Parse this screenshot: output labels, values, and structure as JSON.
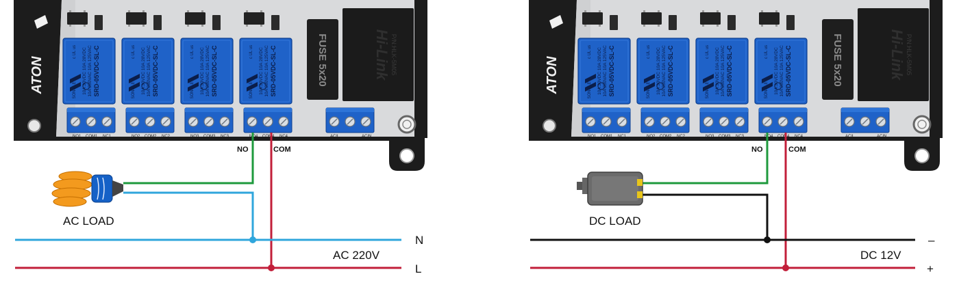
{
  "relay": {
    "brand": "SONGLE",
    "model": "SRD-05VDC-SL-C",
    "rating1": "10A 250VAC  10A 125VAC",
    "rating2": "10A  30VDC  10A  28VDC",
    "cert": "c UL us"
  },
  "board": {
    "logo": "ATON",
    "fuse": "FUSE 5x20",
    "module_brand": "Hi-Link",
    "module_model": "P/N:HLK-5M05",
    "terminals": [
      {
        "no": "NO1",
        "com": "COM1",
        "nc": "NC1"
      },
      {
        "no": "NO2",
        "com": "COM2",
        "nc": "NC2"
      },
      {
        "no": "NO3",
        "com": "COM3",
        "nc": "NC3"
      },
      {
        "no": "NO4",
        "com": "COM4",
        "nc": "NC4"
      }
    ],
    "power_terminal": {
      "l": "AC/L",
      "n": "AC/N"
    }
  },
  "left": {
    "wire_no": "NO",
    "wire_com": "COM",
    "load_label": "AC LOAD",
    "supply_label": "AC 220V",
    "line_top": "N",
    "line_bottom": "L",
    "colors": {
      "no_wire": "#1e9a3c",
      "com_wire": "#c21f3a",
      "top_line": "#2fa6dc",
      "bottom_line": "#c21f3a"
    }
  },
  "right": {
    "wire_no": "NO",
    "wire_com": "COM",
    "load_label": "DC LOAD",
    "supply_label": "DC 12V",
    "line_top": "–",
    "line_bottom": "+",
    "colors": {
      "no_wire": "#1e9a3c",
      "com_wire": "#c21f3a",
      "top_line": "#111111",
      "bottom_line": "#c21f3a"
    }
  }
}
